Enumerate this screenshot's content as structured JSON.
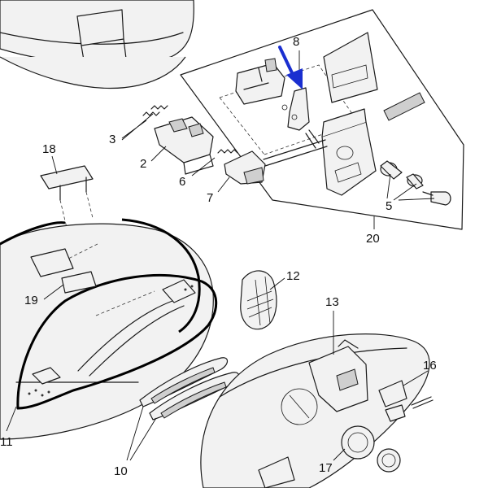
{
  "callouts": {
    "c2": "2",
    "c3": "3",
    "c5": "5",
    "c6": "6",
    "c7": "7",
    "c8": "8",
    "c10": "10",
    "c11": "11",
    "c12": "12",
    "c13": "13",
    "c16": "16",
    "c17": "17",
    "c18": "18",
    "c19": "19",
    "c20": "20"
  },
  "colors": {
    "highlight_arrow": "#1a2fd0",
    "outline": "#1a1a1a",
    "emphasis_outline": "#000000"
  }
}
